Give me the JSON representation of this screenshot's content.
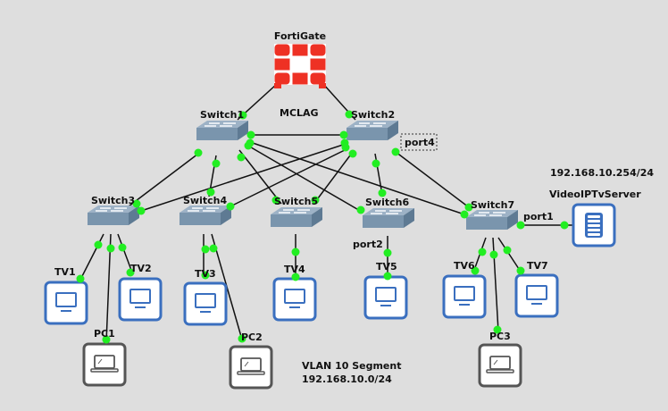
{
  "diagram": {
    "colors": {
      "background": "#dedede",
      "link": "#111111",
      "port_dot": "#22ee22",
      "fortigate_red": "#ee3124",
      "switch_body": "#7a95ad",
      "endpoint_blue": "#3a6fbf",
      "endpoint_grey": "#555555"
    },
    "annotations": {
      "mclag": "MCLAG",
      "server_ip": "192.168.10.254/24",
      "vlan_title": "VLAN 10 Segment",
      "vlan_subnet": "192.168.10.0/24"
    },
    "nodes": [
      {
        "id": "fortigate",
        "label": "FortiGate",
        "type": "firewall",
        "icon": "fortigate-icon"
      },
      {
        "id": "switch1",
        "label": "Switch1",
        "type": "switch",
        "icon": "switch-icon"
      },
      {
        "id": "switch2",
        "label": "Switch2",
        "type": "switch",
        "icon": "switch-icon"
      },
      {
        "id": "switch3",
        "label": "Switch3",
        "type": "switch",
        "icon": "switch-icon"
      },
      {
        "id": "switch4",
        "label": "Switch4",
        "type": "switch",
        "icon": "switch-icon"
      },
      {
        "id": "switch5",
        "label": "Switch5",
        "type": "switch",
        "icon": "switch-icon"
      },
      {
        "id": "switch6",
        "label": "Switch6",
        "type": "switch",
        "icon": "switch-icon"
      },
      {
        "id": "switch7",
        "label": "Switch7",
        "type": "switch",
        "icon": "switch-icon"
      },
      {
        "id": "tv1",
        "label": "TV1",
        "type": "tv",
        "icon": "monitor-icon"
      },
      {
        "id": "tv2",
        "label": "TV2",
        "type": "tv",
        "icon": "monitor-icon"
      },
      {
        "id": "tv3",
        "label": "TV3",
        "type": "tv",
        "icon": "monitor-icon"
      },
      {
        "id": "tv4",
        "label": "TV4",
        "type": "tv",
        "icon": "monitor-icon"
      },
      {
        "id": "tv5",
        "label": "TV5",
        "type": "tv",
        "icon": "monitor-icon"
      },
      {
        "id": "tv6",
        "label": "TV6",
        "type": "tv",
        "icon": "monitor-icon"
      },
      {
        "id": "tv7",
        "label": "TV7",
        "type": "tv",
        "icon": "monitor-icon"
      },
      {
        "id": "pc1",
        "label": "PC1",
        "type": "pc",
        "icon": "laptop-icon"
      },
      {
        "id": "pc2",
        "label": "PC2",
        "type": "pc",
        "icon": "laptop-icon"
      },
      {
        "id": "pc3",
        "label": "PC3",
        "type": "pc",
        "icon": "laptop-icon"
      },
      {
        "id": "server",
        "label": "VideoIPTvServer",
        "type": "server",
        "icon": "server-icon"
      }
    ],
    "links": [
      {
        "from": "fortigate",
        "to": "switch1"
      },
      {
        "from": "fortigate",
        "to": "switch2"
      },
      {
        "from": "switch1",
        "to": "switch2"
      },
      {
        "from": "switch1",
        "to": "switch3"
      },
      {
        "from": "switch1",
        "to": "switch4"
      },
      {
        "from": "switch1",
        "to": "switch5"
      },
      {
        "from": "switch1",
        "to": "switch6"
      },
      {
        "from": "switch1",
        "to": "switch7"
      },
      {
        "from": "switch2",
        "to": "switch3"
      },
      {
        "from": "switch2",
        "to": "switch4"
      },
      {
        "from": "switch2",
        "to": "switch5"
      },
      {
        "from": "switch2",
        "to": "switch6"
      },
      {
        "from": "switch2",
        "to": "switch7"
      },
      {
        "from": "switch3",
        "to": "tv1"
      },
      {
        "from": "switch3",
        "to": "tv2"
      },
      {
        "from": "switch3",
        "to": "pc1"
      },
      {
        "from": "switch4",
        "to": "tv3"
      },
      {
        "from": "switch4",
        "to": "pc2"
      },
      {
        "from": "switch5",
        "to": "tv4"
      },
      {
        "from": "switch6",
        "to": "tv5"
      },
      {
        "from": "switch7",
        "to": "tv6"
      },
      {
        "from": "switch7",
        "to": "tv7"
      },
      {
        "from": "switch7",
        "to": "pc3"
      },
      {
        "from": "switch7",
        "to": "server"
      }
    ],
    "port_labels": [
      {
        "id": "port4",
        "text": "port4",
        "node": "switch2",
        "boxed": true
      },
      {
        "id": "port2",
        "text": "port2",
        "node": "switch6",
        "boxed": false
      },
      {
        "id": "port1",
        "text": "port1",
        "node": "switch7",
        "boxed": false
      }
    ]
  }
}
